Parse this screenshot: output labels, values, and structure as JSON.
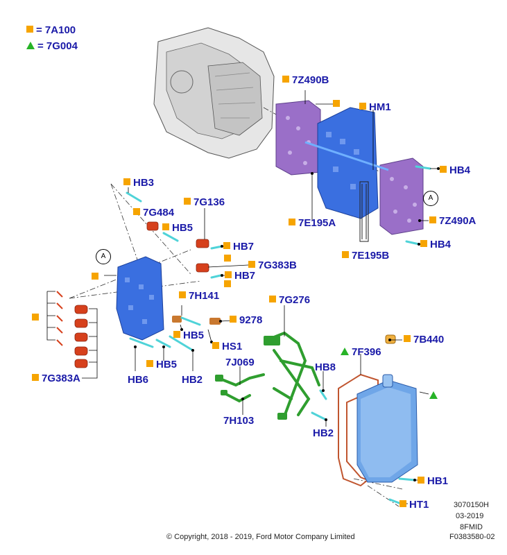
{
  "legend": [
    {
      "symbol": "square",
      "text": "= 7A100"
    },
    {
      "symbol": "triangle",
      "text": "= 7G004"
    }
  ],
  "colors": {
    "square": "#f6a400",
    "triangle": "#27b327",
    "label": "#1a1aa8",
    "valve": "#3a6fe0",
    "plate": "#9a6fc8",
    "solenoid": "#d6401c",
    "harness": "#2f9e2f",
    "pan": "#6fa6e8",
    "fastener": "#4fd3d8"
  },
  "labels": {
    "7Z490B": "7Z490B",
    "HM1": "HM1",
    "HB4a": "HB4",
    "HB3": "HB3",
    "7G136": "7G136",
    "7G484": "7G484",
    "HB5a": "HB5",
    "7E195A": "7E195A",
    "7Z490A": "7Z490A",
    "HB7a": "HB7",
    "HB4b": "HB4",
    "7G383B": "7G383B",
    "7E195B": "7E195B",
    "HB7b": "HB7",
    "7H141": "7H141",
    "9278": "9278",
    "7G276": "7G276",
    "HB5b": "HB5",
    "HS1": "HS1",
    "7B440": "7B440",
    "7F396": "7F396",
    "7J069": "7J069",
    "HB8": "HB8",
    "HB5c": "HB5",
    "7G383A": "7G383A",
    "HB6": "HB6",
    "HB2a": "HB2",
    "7H103": "7H103",
    "HB2b": "HB2",
    "HB1": "HB1",
    "HT1": "HT1"
  },
  "callouts": {
    "a1": "A",
    "a2": "A"
  },
  "meta": {
    "illustration_no": "3070150H",
    "date": "03-2019",
    "model": "8FMID",
    "figure_code": "F0383580-02",
    "copyright": "© Copyright, 2018 - 2019, Ford Motor Company Limited"
  }
}
